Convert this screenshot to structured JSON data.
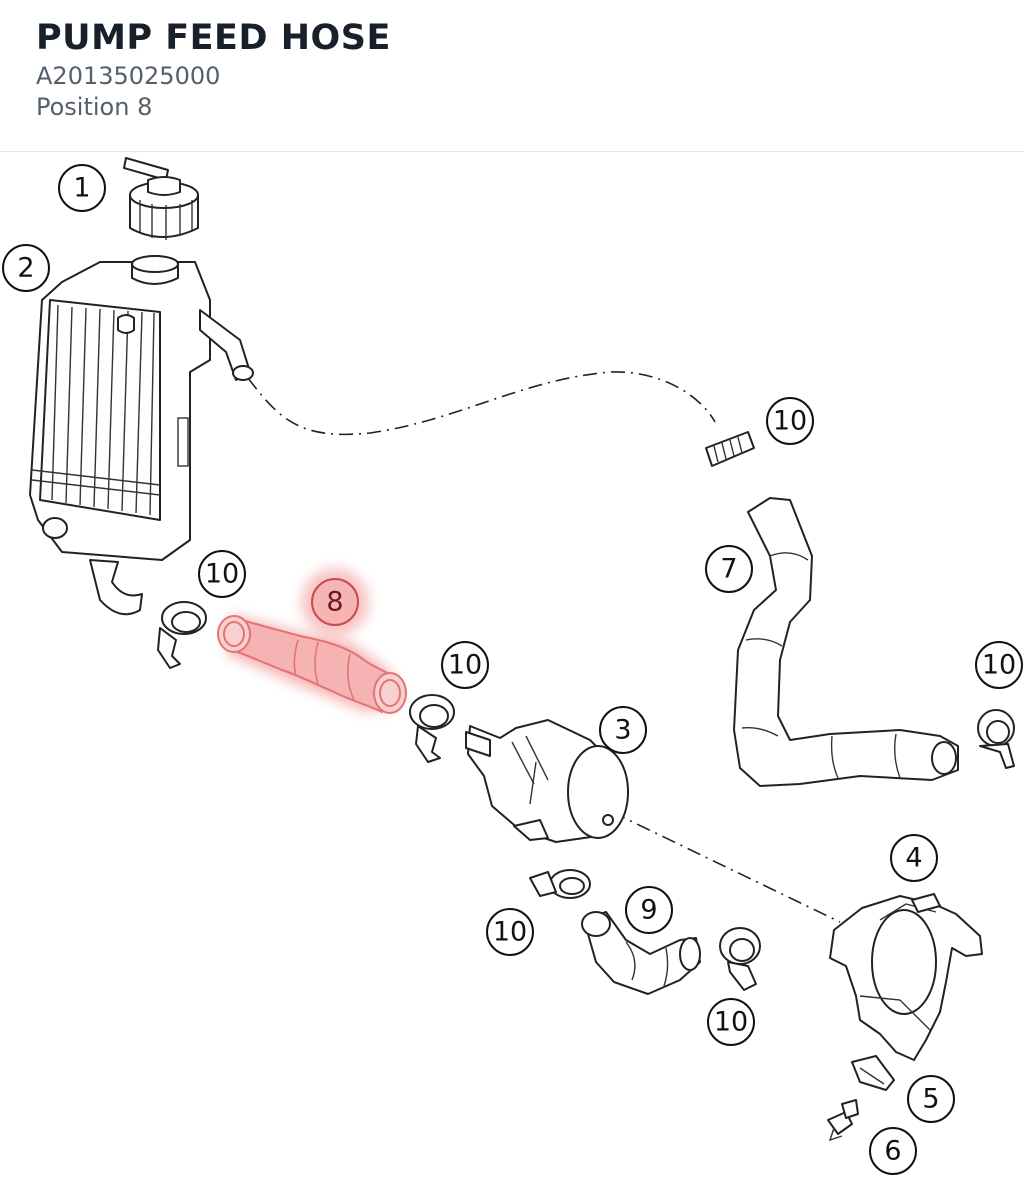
{
  "header": {
    "title": "PUMP FEED HOSE",
    "part_number": "A20135025000",
    "position": "Position 8"
  },
  "callouts": {
    "c1": "1",
    "c2": "2",
    "c3": "3",
    "c4": "4",
    "c5": "5",
    "c6": "6",
    "c7": "7",
    "c8": "8",
    "c9": "9",
    "c10_a": "10",
    "c10_b": "10",
    "c10_c": "10",
    "c10_d": "10",
    "c10_e": "10",
    "c10_f": "10"
  },
  "highlight": {
    "color": "#f07a7a",
    "selected_position": "8"
  }
}
